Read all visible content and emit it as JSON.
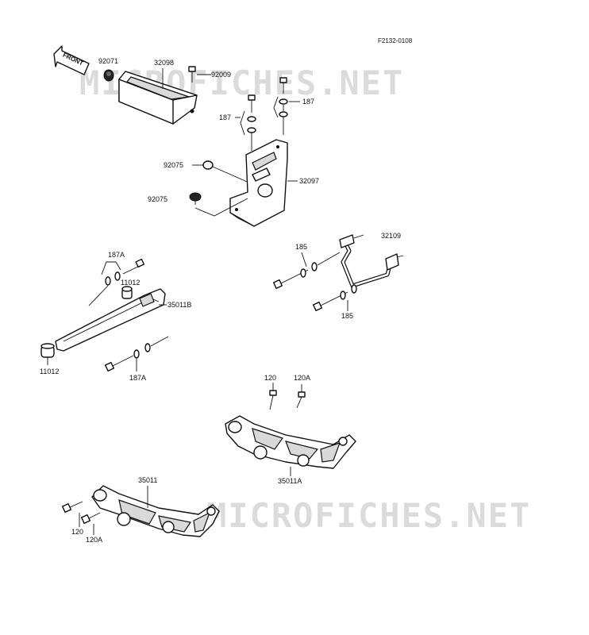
{
  "diagram_code": "F2132-0108",
  "front_arrow_label": "FRONT",
  "watermark": "MICROFICHES.NET",
  "labels": {
    "p92071": "92071",
    "p32098": "32098",
    "p92009": "92009",
    "p187_top_right": "187",
    "p187_top_left": "187",
    "p92075_a": "92075",
    "p32097": "32097",
    "p92075_b": "92075",
    "p187A_top": "187A",
    "p11012_top": "11012",
    "p35011B": "35011B",
    "p11012_bottom": "11012",
    "p187A_bottom": "187A",
    "p185_top": "185",
    "p32109": "32109",
    "p185_bottom": "185",
    "p120_mid": "120",
    "p120A_mid": "120A",
    "p35011A": "35011A",
    "p35011": "35011",
    "p120_bottom": "120",
    "p120A_bottom": "120A"
  }
}
